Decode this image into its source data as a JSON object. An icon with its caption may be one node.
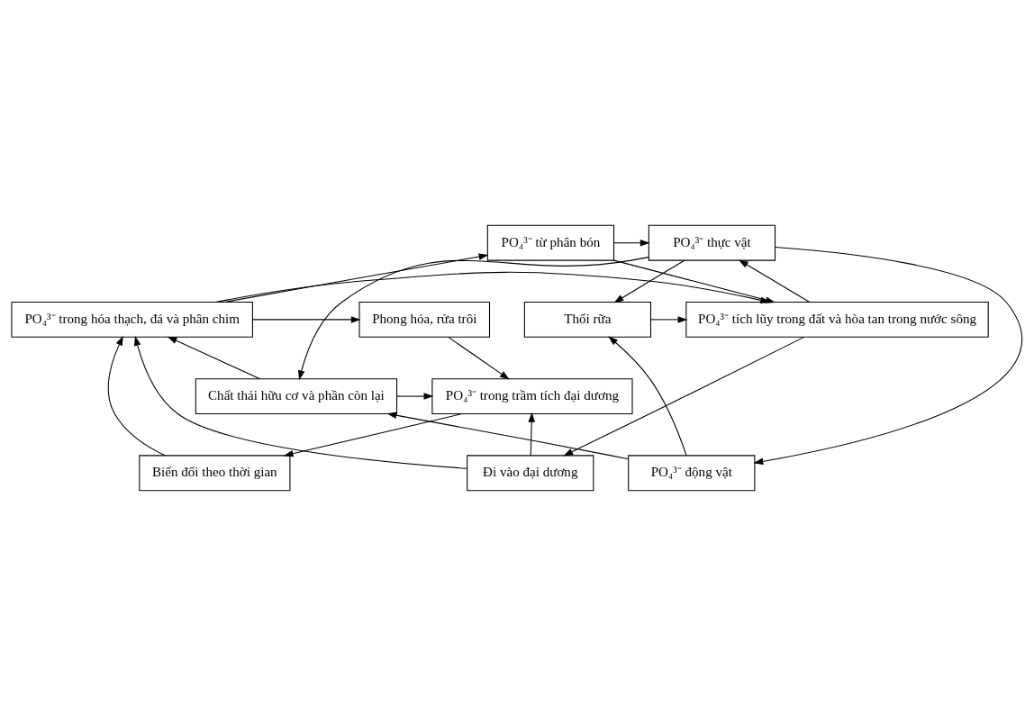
{
  "diagram": {
    "nodes": [
      {
        "text": [
          "PO₄³⁻ từ phân bón"
        ]
      },
      {
        "text": [
          "PO₄³⁻ thực vật"
        ]
      },
      {
        "text": [
          "Phong hóa, rửa trôi"
        ]
      },
      {
        "text": [
          "PO₄³⁻ trong hóa thạch, đá và phân chim"
        ]
      },
      {
        "text": [
          "PO₄³⁻ tích lũy trong đất và hòa tan trong nước sông"
        ]
      },
      {
        "text": [
          "Thối rữa"
        ]
      },
      {
        "text": [
          "Biến đổi theo thời gian"
        ]
      },
      {
        "text": [
          "Đi vào đại dương"
        ]
      },
      {
        "text": [
          "PO₄³⁻ động vật"
        ]
      },
      {
        "text": [
          "PO₄³⁻ trong trầm tích đại dương"
        ]
      },
      {
        "text": [
          "Chất thải hữu cơ và phần còn lại"
        ]
      }
    ],
    "edges": [
      {
        "from": 0,
        "to": 1,
        "arrow": "to"
      },
      {
        "from": 0,
        "to": 4,
        "arrow": "to"
      },
      {
        "from": 4,
        "to": 1,
        "arrow": "to"
      },
      {
        "from": 1,
        "to": 5,
        "arrow": "to"
      },
      {
        "from": 1,
        "to": 8,
        "arrow": "to"
      },
      {
        "from": 1,
        "to": 10,
        "arrow": "to"
      },
      {
        "from": 3,
        "to": 2,
        "arrow": "to"
      },
      {
        "from": 3,
        "to": 4,
        "arrow": "to"
      },
      {
        "from": 3,
        "to": 0,
        "arrow": "to"
      },
      {
        "from": 5,
        "to": 4,
        "arrow": "to"
      },
      {
        "from": 2,
        "to": 9,
        "arrow": "to"
      },
      {
        "from": 6,
        "to": 3,
        "arrow": "to"
      },
      {
        "from": 9,
        "to": 6,
        "arrow": "to"
      },
      {
        "from": 4,
        "to": 7,
        "arrow": "to"
      },
      {
        "from": 7,
        "to": 9,
        "arrow": "to"
      },
      {
        "from": 7,
        "to": 3,
        "arrow": "to"
      },
      {
        "from": 10,
        "to": 9,
        "arrow": "to"
      },
      {
        "from": 10,
        "to": 3,
        "arrow": "to"
      },
      {
        "from": 8,
        "to": 5,
        "arrow": "to"
      },
      {
        "from": 8,
        "to": 10,
        "arrow": "to"
      }
    ]
  }
}
